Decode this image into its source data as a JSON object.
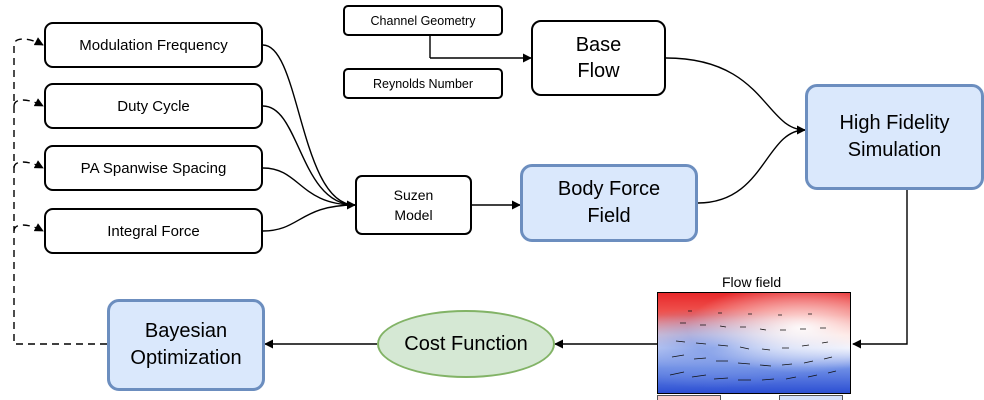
{
  "parameters": {
    "modulation_frequency": "Modulation Frequency",
    "duty_cycle": "Duty Cycle",
    "pa_spanwise_spacing": "PA Spanwise Spacing",
    "integral_force": "Integral Force"
  },
  "inputs": {
    "channel_geometry": "Channel Geometry",
    "reynolds_number": "Reynolds Number"
  },
  "base_flow": {
    "line1": "Base",
    "line2": "Flow"
  },
  "suzen_model": {
    "line1": "Suzen",
    "line2": "Model"
  },
  "body_force_field": {
    "line1": "Body Force",
    "line2": "Field"
  },
  "high_fidelity_simulation": {
    "line1": "High Fidelity",
    "line2": "Simulation"
  },
  "flow_field": {
    "label": "Flow field"
  },
  "cost_function": "Cost Function",
  "bayesian_optimization": {
    "line1": "Bayesian",
    "line2": "Optimization"
  },
  "colors": {
    "blue_fill": "#dae8fc",
    "blue_stroke": "#6c8ebf",
    "green_fill": "#d5e8d4",
    "green_stroke": "#82b366",
    "flow_high": "#e8282a",
    "flow_low": "#2c4fd3"
  }
}
